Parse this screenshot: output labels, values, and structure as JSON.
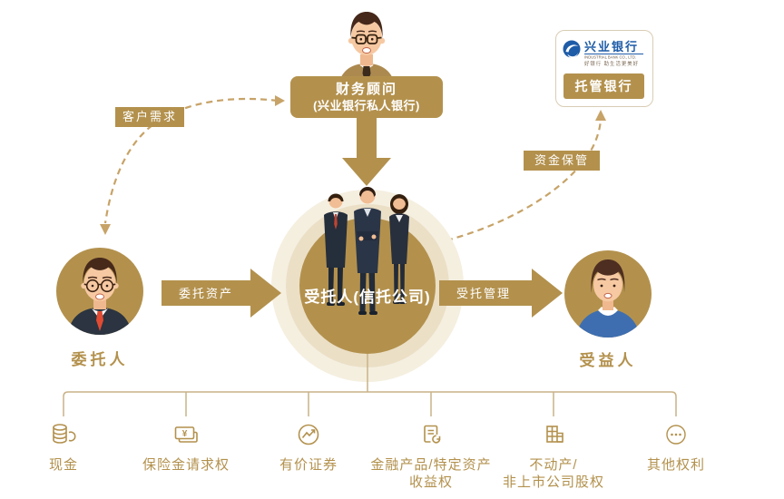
{
  "advisor": {
    "line1": "财务顾问",
    "line2": "(兴业银行私人银行)"
  },
  "custodian": {
    "logo_name": "兴业银行",
    "logo_sub": "INDUSTRIAL BANK CO., LTD.",
    "logo_slogan": "好银行 助生活更美好",
    "role": "托管银行"
  },
  "nodes": {
    "principal": "委托人",
    "trustee": "受托人(信托公司)",
    "beneficiary": "受益人"
  },
  "flows": {
    "client_needs": "客户需求",
    "entrusted_assets": "委托资产",
    "trust_management": "受托管理",
    "fund_custody": "资金保管"
  },
  "assets": [
    {
      "icon": "coins-icon",
      "label": "现金"
    },
    {
      "icon": "insurance-claim-icon",
      "label": "保险金请求权",
      "glyph": "¥"
    },
    {
      "icon": "securities-icon",
      "label": "有价证券"
    },
    {
      "icon": "financial-product-icon",
      "label": "金融产品/特定资产",
      "label2": "收益权"
    },
    {
      "icon": "real-estate-icon",
      "label": "不动产/",
      "label2": "非上市公司股权"
    },
    {
      "icon": "other-rights-icon",
      "label": "其他权利"
    }
  ],
  "colors": {
    "gold": "#B3914D",
    "gold_dash": "#C7A368",
    "cream_outer": "#F5EFE0",
    "cream_ring": "#EBDFC6",
    "tree_line": "#C9B287",
    "logo_blue": "#1E5CA8"
  }
}
